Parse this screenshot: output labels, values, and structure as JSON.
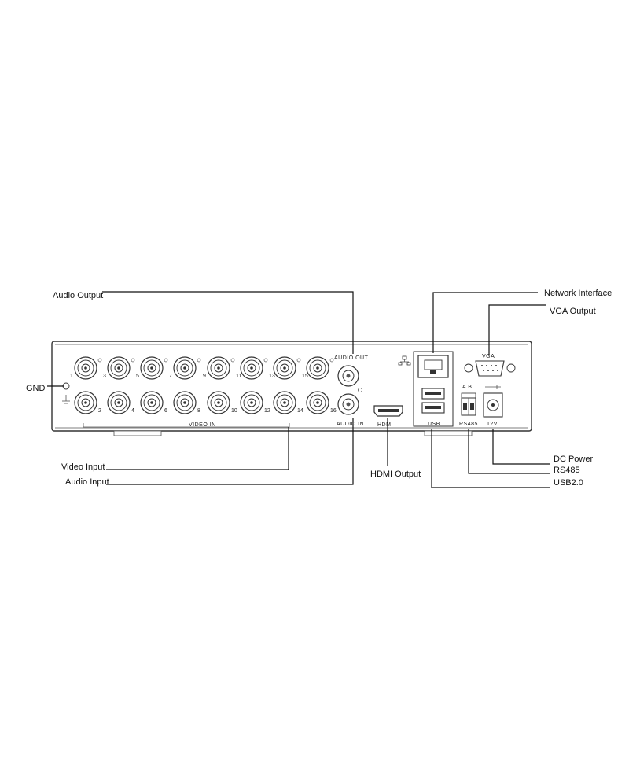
{
  "callouts": {
    "audio_output": "Audio Output",
    "network_interface": "Network Interface",
    "vga_output": "VGA Output",
    "gnd": "GND",
    "video_input": "Video Input",
    "audio_input": "Audio Input",
    "hdmi_output": "HDMI Output",
    "dc_power": "DC Power",
    "rs485": "RS485",
    "usb": "USB2.0"
  },
  "panel_labels": {
    "audio_out": "AUDIO OUT",
    "audio_in": "AUDIO IN",
    "video_in": "VIDEO IN",
    "hdmi": "HDMI",
    "usb": "USB",
    "vga": "VGA",
    "rs485": "RS485",
    "ab": "A B",
    "power": "12V"
  },
  "bnc_numbers": {
    "top": [
      "1",
      "3",
      "5",
      "7",
      "9",
      "11",
      "13",
      "15"
    ],
    "bottom": [
      "2",
      "4",
      "6",
      "8",
      "10",
      "12",
      "14",
      "16"
    ]
  }
}
